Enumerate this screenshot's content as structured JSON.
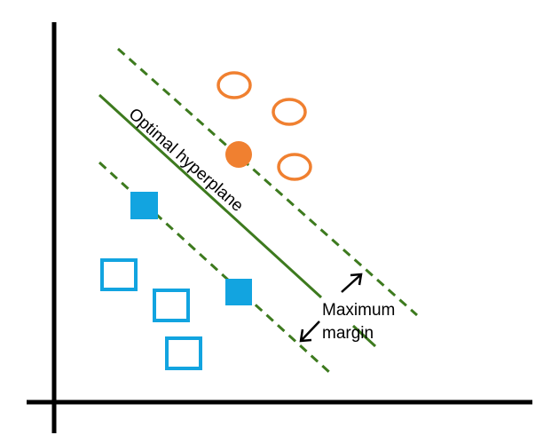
{
  "labels": {
    "hyperplane": "Optimal hyperplane",
    "margin_line1": "Maximum",
    "margin_line2": "margin"
  },
  "colors": {
    "axis": "#000000",
    "hyperplane": "#3d7a1e",
    "margin_lines": "#3d7a1e",
    "class_circle": "#f08030",
    "class_square": "#12a4e0",
    "arrow": "#000000"
  },
  "classes": [
    {
      "name": "circle-class",
      "shape": "circle",
      "support_vector_count": 1,
      "other_count": 3
    },
    {
      "name": "square-class",
      "shape": "square",
      "support_vector_count": 2,
      "other_count": 3
    }
  ]
}
